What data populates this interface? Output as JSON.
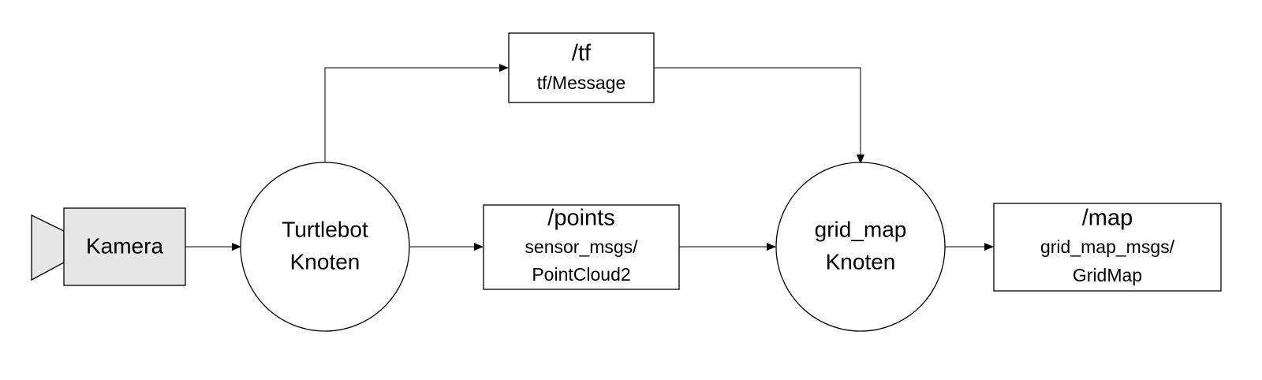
{
  "nodes": {
    "kamera": {
      "label": "Kamera"
    },
    "turtlebot": {
      "line1": "Turtlebot",
      "line2": "Knoten"
    },
    "tf": {
      "topic": "/tf",
      "type": "tf/Message"
    },
    "points": {
      "topic": "/points",
      "type_line1": "sensor_msgs/",
      "type_line2": "PointCloud2"
    },
    "grid_map": {
      "line1": "grid_map",
      "line2": "Knoten"
    },
    "map": {
      "topic": "/map",
      "type_line1": "grid_map_msgs/",
      "type_line2": "GridMap"
    }
  },
  "edges": [
    {
      "from": "kamera",
      "to": "turtlebot"
    },
    {
      "from": "turtlebot",
      "to": "tf"
    },
    {
      "from": "turtlebot",
      "to": "points"
    },
    {
      "from": "tf",
      "to": "grid_map"
    },
    {
      "from": "points",
      "to": "grid_map"
    },
    {
      "from": "grid_map",
      "to": "map"
    }
  ],
  "colors": {
    "stroke": "#000000",
    "camera_fill": "#e6e6e6",
    "background": "#ffffff"
  }
}
